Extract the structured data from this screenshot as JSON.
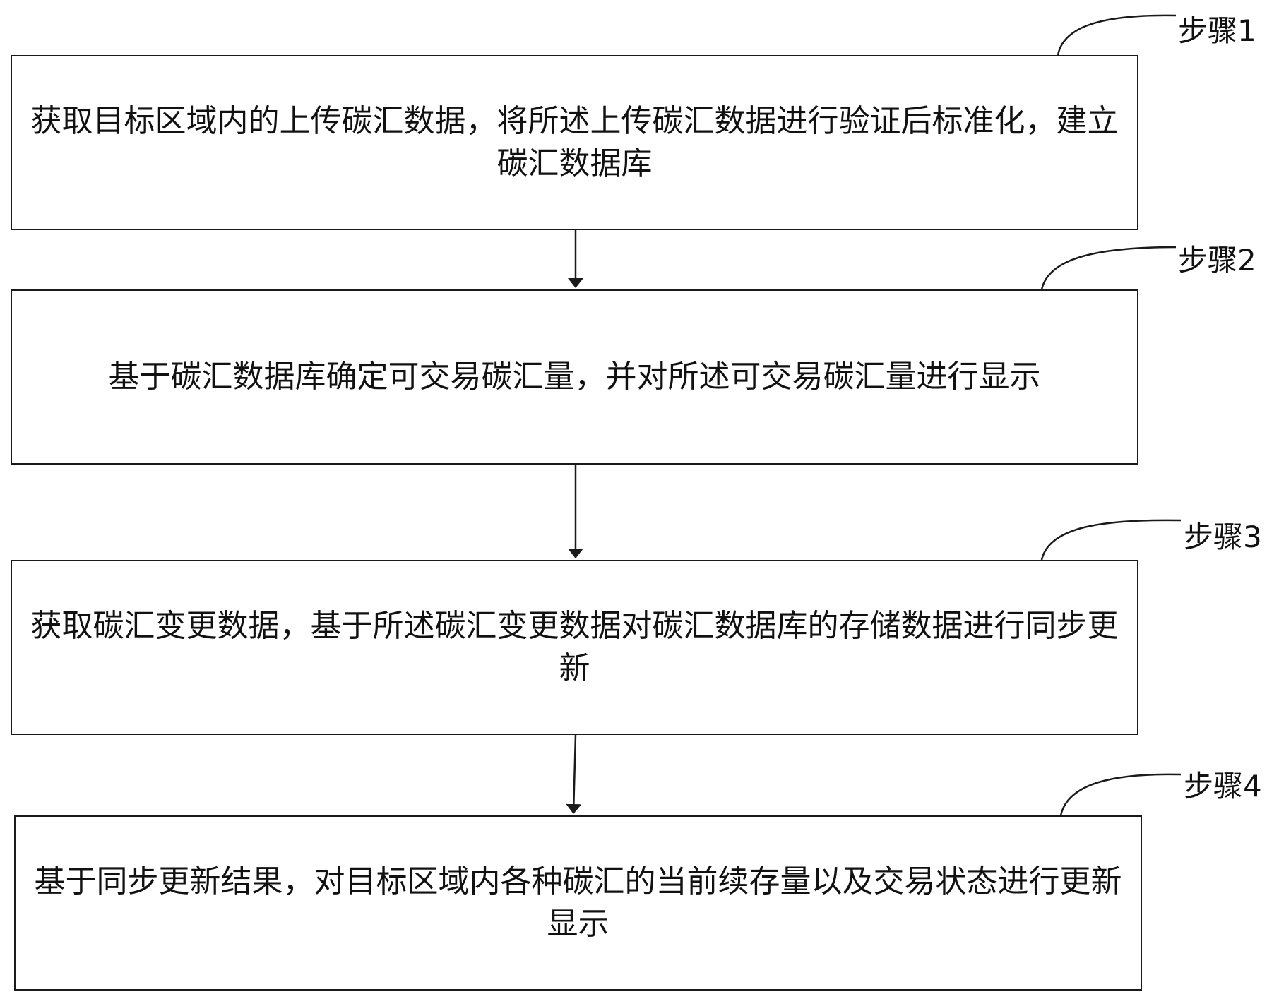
{
  "steps": [
    {
      "label": "步骤1",
      "text": "获取目标区域内的上传碳汇数据，将所述上传碳汇数据进行验证后标准化，建立碳汇数据库"
    },
    {
      "label": "步骤2",
      "text": "基于碳汇数据库确定可交易碳汇量，并对所述可交易碳汇量进行显示"
    },
    {
      "label": "步骤3",
      "text": "获取碳汇变更数据，基于所述碳汇变更数据对碳汇数据库的存储数据进行同步更新"
    },
    {
      "label": "步骤4",
      "text": "基于同步更新结果，对目标区域内各种碳汇的当前续存量以及交易状态进行更新显示"
    }
  ],
  "colors": {
    "line": "#1a1a1a",
    "text": "#111111",
    "background": "#ffffff"
  }
}
